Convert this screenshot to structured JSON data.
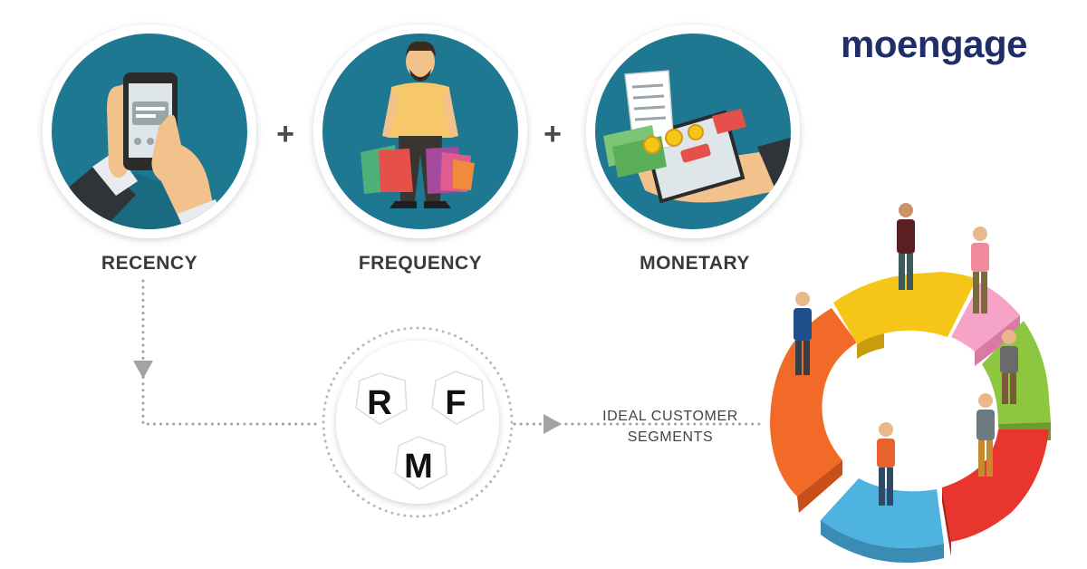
{
  "brand": {
    "logo_text": "moengage",
    "color": "#1f2d6b"
  },
  "pillars": [
    {
      "label": "RECENCY",
      "illustration": "phone-tap-icon"
    },
    {
      "label": "FREQUENCY",
      "illustration": "shopper-bags-icon"
    },
    {
      "label": "MONETARY",
      "illustration": "payment-receipt-icon"
    }
  ],
  "operators": [
    "+",
    "+"
  ],
  "rfm": {
    "letters": [
      "R",
      "F",
      "M"
    ]
  },
  "outcome": {
    "line1": "IDEAL CUSTOMER",
    "line2": "SEGMENTS"
  },
  "colors": {
    "circle_fill": "#1e7891",
    "label_text": "#3a3a3a",
    "segments": [
      "#f26a28",
      "#f5c618",
      "#f5a3c7",
      "#8dc63f",
      "#e8362f",
      "#4fb3e0"
    ]
  }
}
